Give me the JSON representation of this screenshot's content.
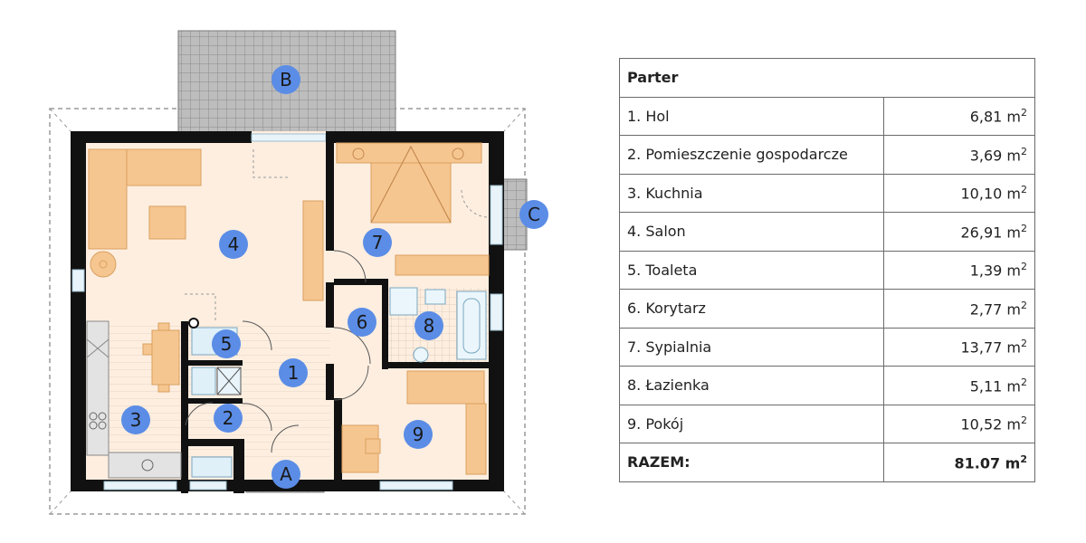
{
  "plan": {
    "markers": {
      "m1": "1",
      "m2": "2",
      "m3": "3",
      "m4": "4",
      "m5": "5",
      "m6": "6",
      "m7": "7",
      "m8": "8",
      "m9": "9",
      "mA": "A",
      "mB": "B",
      "mC": "C"
    },
    "colors": {
      "wall": "#111111",
      "room_fill": "#fdeee0",
      "furniture": "#f6c690",
      "furniture_stroke": "#d9a060",
      "marker": "#5b8de6",
      "terrace": "#bdbdbd",
      "floor_stripes": "#efe6da"
    }
  },
  "table": {
    "header": "Parter",
    "unit": "m",
    "unit_exp": "2",
    "rows": [
      {
        "name": "1. Hol",
        "area": "6,81"
      },
      {
        "name": "2. Pomieszczenie gospodarcze",
        "area": "3,69"
      },
      {
        "name": "3. Kuchnia",
        "area": "10,10"
      },
      {
        "name": "4. Salon",
        "area": "26,91"
      },
      {
        "name": "5. Toaleta",
        "area": "1,39"
      },
      {
        "name": "6. Korytarz",
        "area": "2,77"
      },
      {
        "name": "7. Sypialnia",
        "area": "13,77"
      },
      {
        "name": "8. Łazienka",
        "area": "5,11"
      },
      {
        "name": "9. Pokój",
        "area": "10,52"
      }
    ],
    "total_label": "RAZEM:",
    "total_area": "81.07"
  }
}
